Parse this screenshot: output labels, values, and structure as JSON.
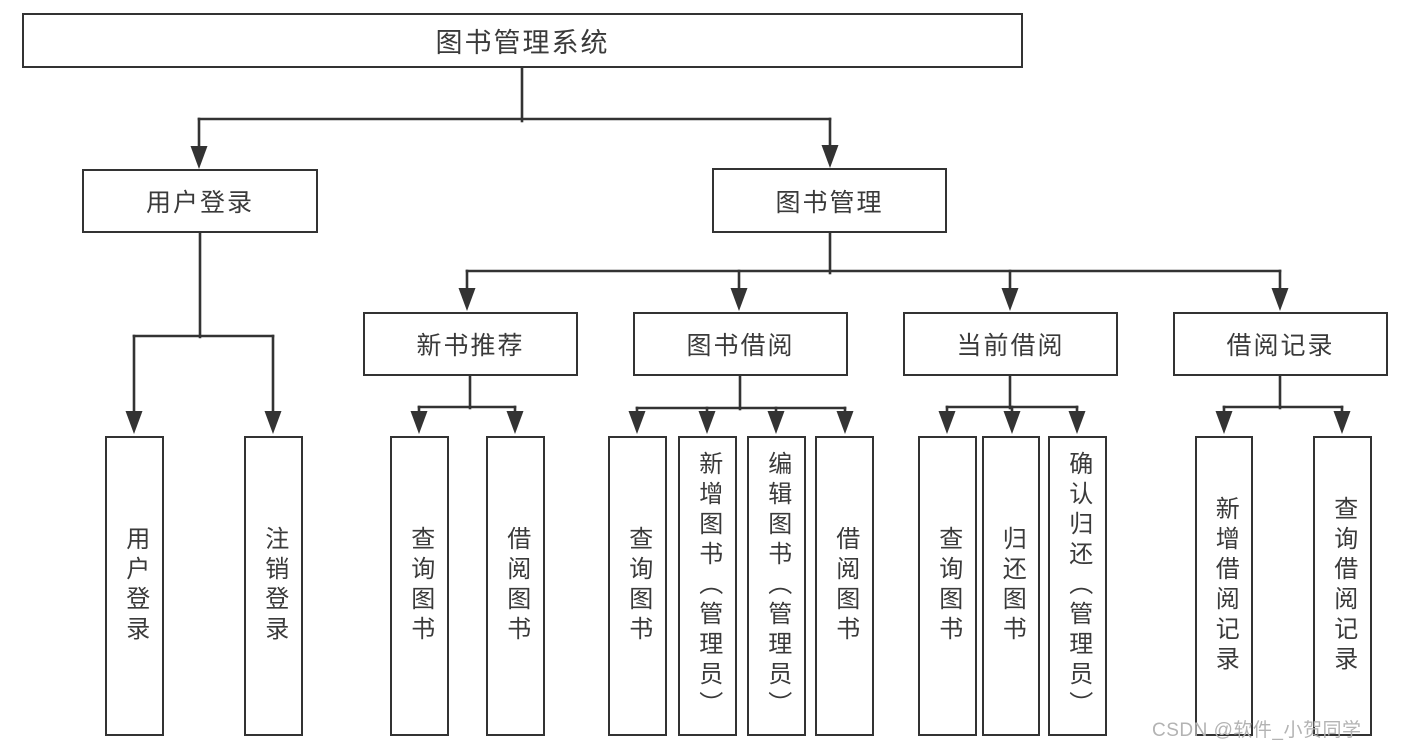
{
  "diagram": {
    "root": {
      "label": "图书管理系统"
    },
    "branches": [
      {
        "label": "用户登录",
        "children": [
          {
            "label": "用户登录"
          },
          {
            "label": "注销登录"
          }
        ]
      },
      {
        "label": "图书管理",
        "children": [
          {
            "label": "新书推荐",
            "children": [
              {
                "label": "查询图书"
              },
              {
                "label": "借阅图书"
              }
            ]
          },
          {
            "label": "图书借阅",
            "children": [
              {
                "label": "查询图书"
              },
              {
                "label": "新增图书（管理员）"
              },
              {
                "label": "编辑图书（管理员）"
              },
              {
                "label": "借阅图书"
              }
            ]
          },
          {
            "label": "当前借阅",
            "children": [
              {
                "label": "查询图书"
              },
              {
                "label": "归还图书"
              },
              {
                "label": "确认归还（管理员）"
              }
            ]
          },
          {
            "label": "借阅记录",
            "children": [
              {
                "label": "新增借阅记录"
              },
              {
                "label": "查询借阅记录"
              }
            ]
          }
        ]
      }
    ]
  },
  "watermark": {
    "text": "CSDN @软件_小贺同学"
  },
  "colors": {
    "line": "#333333",
    "text": "#3a3a3a",
    "background": "#ffffff",
    "watermark": "#b3b3b3"
  }
}
